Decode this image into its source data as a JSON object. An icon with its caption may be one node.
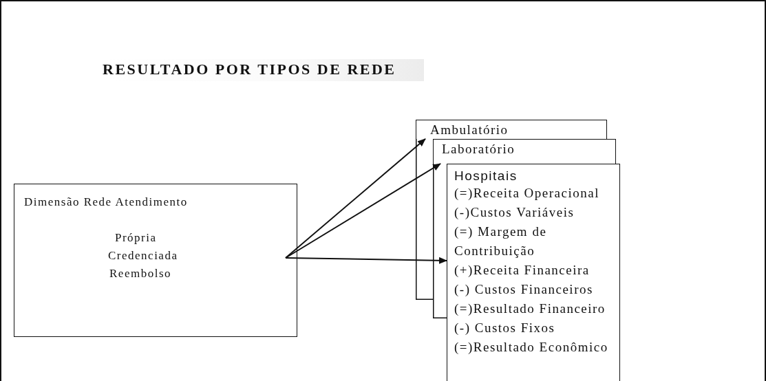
{
  "diagram": {
    "title": "RESULTADO POR TIPOS DE REDE",
    "nodes": [
      {
        "text": [
          "Dimensão Rede Atendimento",
          "Própria",
          "Credenciada",
          "Reembolso"
        ]
      },
      {
        "text": [
          "Ambulatório"
        ]
      },
      {
        "text": [
          "Laboratório"
        ]
      },
      {
        "text": [
          "Hospitais",
          "(=)Receita Operacional",
          "(-)Custos Variáveis",
          "(=) Margem de Contribuição",
          "(+)Receita Financeira",
          "(-) Custos Financeiros",
          "(=)Resultado Financeiro",
          "(-) Custos Fixos",
          "(=)Resultado Econômico"
        ]
      }
    ],
    "edges": [
      {
        "from": 0,
        "to": 1,
        "arrow": "to"
      },
      {
        "from": 0,
        "to": 2,
        "arrow": "to"
      },
      {
        "from": 0,
        "to": 3,
        "arrow": "to"
      }
    ]
  }
}
